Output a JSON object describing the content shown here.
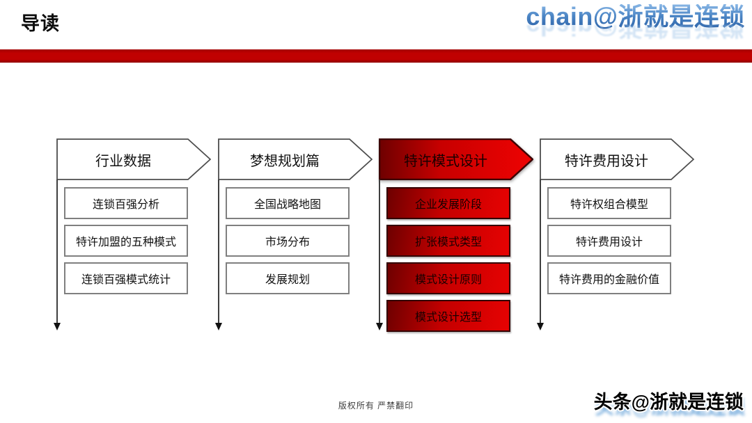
{
  "header": {
    "page_label": "导读",
    "brand": "chain@浙就是连锁"
  },
  "columns": [
    {
      "title": "行业数据",
      "highlighted": false,
      "items": [
        "连锁百强分析",
        "特许加盟的五种模式",
        "连锁百强模式统计"
      ]
    },
    {
      "title": "梦想规划篇",
      "highlighted": false,
      "items": [
        "全国战略地图",
        "市场分布",
        "发展规划"
      ]
    },
    {
      "title": "特许模式设计",
      "highlighted": true,
      "items": [
        "企业发展阶段",
        "扩张模式类型",
        "模式设计原则",
        "模式设计选型"
      ]
    },
    {
      "title": "特许费用设计",
      "highlighted": false,
      "items": [
        "特许权组合模型",
        "特许费用设计",
        "特许费用的金融价值"
      ]
    }
  ],
  "footer": {
    "copyright": "版权所有  严禁翻印",
    "watermark": "头条@浙就是连锁"
  },
  "colors": {
    "accent_red": "#c00101",
    "highlight_red_dark": "#6e0000",
    "highlight_red_bright": "#e60202",
    "brand_blue": "#3c78b8",
    "watermark_blue": "#5a9bd5",
    "outline_gray": "#7f7f7f"
  }
}
